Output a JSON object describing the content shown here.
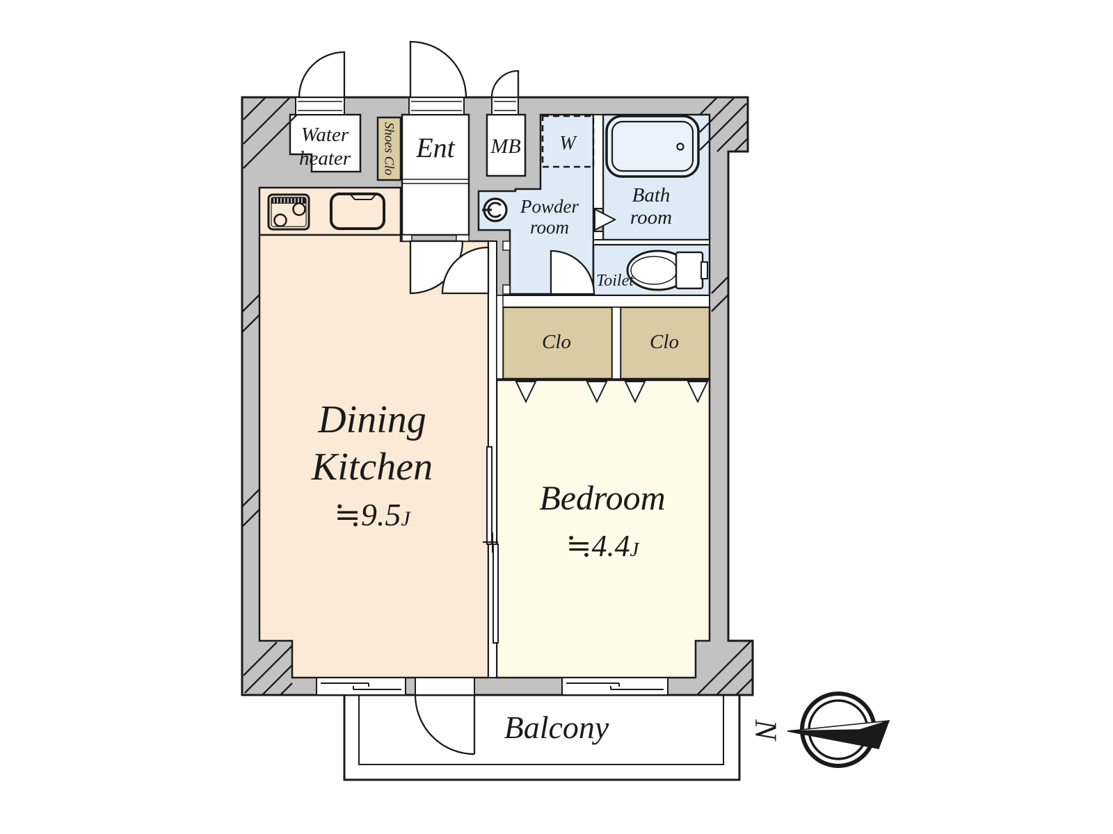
{
  "floorplan": {
    "rooms": {
      "dining_kitchen": {
        "name_line1": "Dining",
        "name_line2": "Kitchen",
        "area": "≒9.5",
        "area_unit": "J"
      },
      "bedroom": {
        "name": "Bedroom",
        "area": "≒4.4",
        "area_unit": "J"
      },
      "balcony": {
        "name": "Balcony"
      },
      "entrance": {
        "name": "Ent"
      },
      "meter_box": {
        "name": "MB"
      },
      "water_heater": {
        "line1": "Water",
        "line2": "heater"
      },
      "shoes_closet": {
        "name": "Shoes Clo"
      },
      "washing_machine": {
        "name": "W"
      },
      "powder_room": {
        "line1": "Powder",
        "line2": "room"
      },
      "bath_room": {
        "line1": "Bath",
        "line2": "room"
      },
      "toilet": {
        "name": "Toilet"
      },
      "closet1": {
        "name": "Clo"
      },
      "closet2": {
        "name": "Clo"
      }
    },
    "compass": {
      "north_label": "N"
    },
    "colors": {
      "wall": "#c2c2c2",
      "room_warm": "#fbead6",
      "room_cream": "#fffbe9",
      "wet_area": "#deebf7",
      "closet": "#d9cba3",
      "line": "#1a1a1a",
      "white": "#ffffff"
    }
  }
}
